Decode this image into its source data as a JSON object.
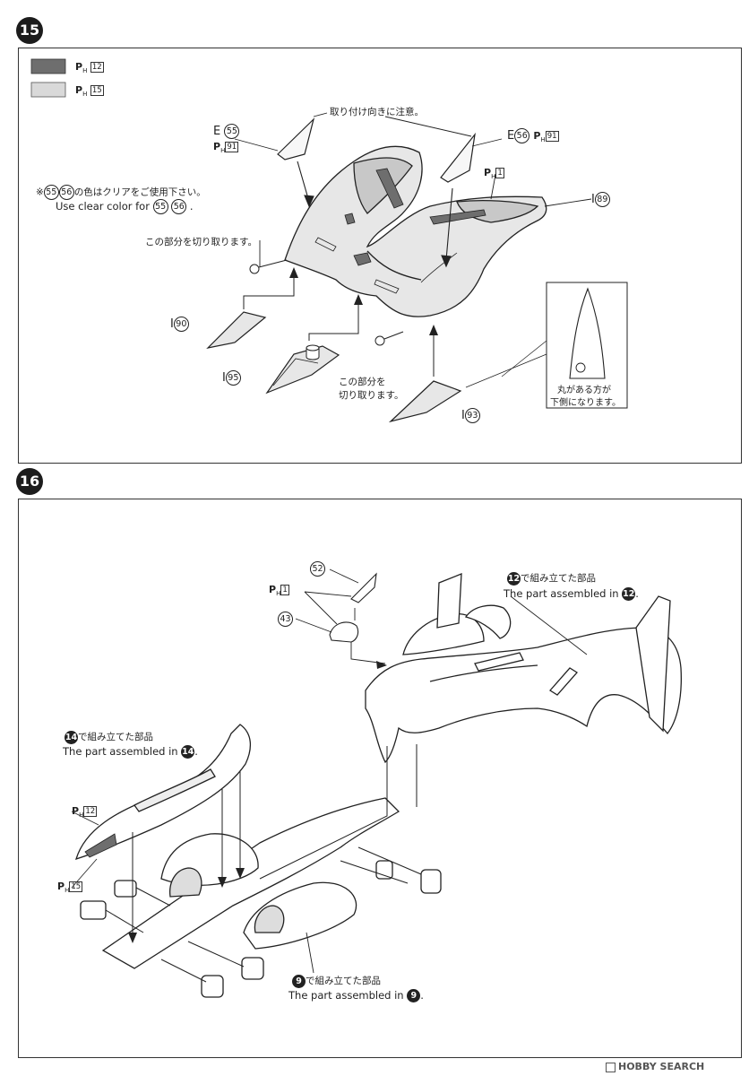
{
  "step15": {
    "number": "15",
    "legend": [
      {
        "ph": "P",
        "sub": "H",
        "num": "12",
        "color": "#6e6e6e"
      },
      {
        "ph": "P",
        "sub": "H",
        "num": "15",
        "color": "#d9d9d9"
      }
    ],
    "note_orientation": "取り付け向きに注意。",
    "part_e55": {
      "letter": "E",
      "num": "55",
      "paint": "91"
    },
    "part_e56": {
      "letter": "E",
      "num": "56",
      "paint": "91"
    },
    "paint_ph1": "1",
    "clear_note_prefix": "※",
    "clear_note_jp": "の色はクリアをご使用下さい。",
    "clear_note_en": "Use clear color for",
    "clear_nums": [
      "55",
      "56"
    ],
    "cut_note_1": "この部分を切り取ります。",
    "cut_note_2_line1": "この部分を",
    "cut_note_2_line2": "切り取ります。",
    "part_i89": {
      "letter": "I",
      "num": "89"
    },
    "part_i90": {
      "letter": "I",
      "num": "90"
    },
    "part_i95": {
      "letter": "I",
      "num": "95"
    },
    "part_i93": {
      "letter": "I",
      "num": "93"
    },
    "inset_line1": "丸がある方が",
    "inset_line2": "下側になります。"
  },
  "step16": {
    "number": "16",
    "part_52": "52",
    "part_43": "43",
    "paint_ph1": "1",
    "assembled_12_jp": "で組み立てた部品",
    "assembled_12_en": "The part assembled in",
    "ref_12": "12",
    "assembled_14_jp": "で組み立てた部品",
    "assembled_14_en": "The part assembled in",
    "ref_14": "14",
    "assembled_9_jp": "で組み立てた部品",
    "assembled_9_en": "The part assembled in",
    "ref_9": "9",
    "paint_ph12": "12",
    "paint_ph15": "15"
  },
  "watermark": "HOBBY SEARCH"
}
